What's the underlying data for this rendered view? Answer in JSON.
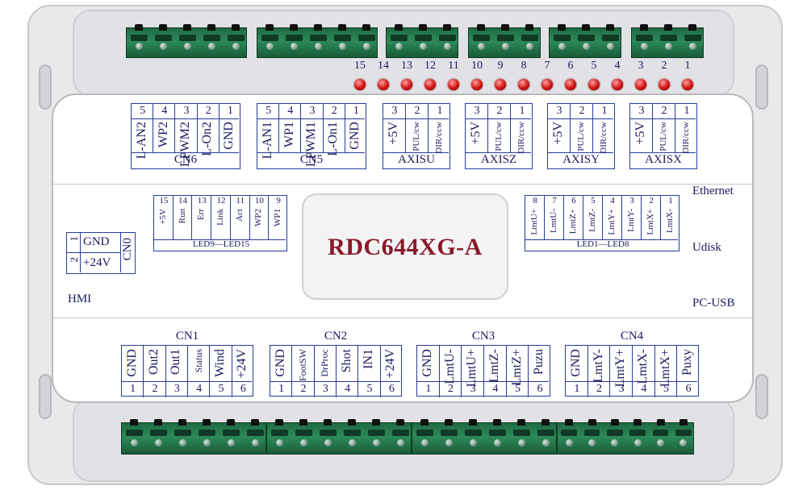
{
  "model": "RDC644XG-A",
  "side_labels": {
    "ethernet": "Ethernet",
    "udisk": "Udisk",
    "hmi": "HMI",
    "pcusb": "PC-USB"
  },
  "led_indicators": [
    "15",
    "14",
    "13",
    "12",
    "11",
    "10",
    "9",
    "8",
    "7",
    "6",
    "5",
    "4",
    "3",
    "2",
    "1"
  ],
  "top_connectors": [
    {
      "name": "CN6",
      "pins": [
        {
          "num": "5",
          "sig": "L-AN2"
        },
        {
          "num": "4",
          "sig": "WP2"
        },
        {
          "num": "3",
          "sig": "LPWM2"
        },
        {
          "num": "2",
          "sig": "L-On2"
        },
        {
          "num": "1",
          "sig": "GND"
        }
      ]
    },
    {
      "name": "CN5",
      "pins": [
        {
          "num": "5",
          "sig": "L-AN1"
        },
        {
          "num": "4",
          "sig": "WP1"
        },
        {
          "num": "3",
          "sig": "LPWM1"
        },
        {
          "num": "2",
          "sig": "L-On1"
        },
        {
          "num": "1",
          "sig": "GND"
        }
      ]
    },
    {
      "name": "AXISU",
      "pins": [
        {
          "num": "3",
          "sig": "+5V"
        },
        {
          "num": "2",
          "sig": "PUL/cw"
        },
        {
          "num": "1",
          "sig": "DIR/ccw"
        }
      ]
    },
    {
      "name": "AXISZ",
      "pins": [
        {
          "num": "3",
          "sig": "+5V"
        },
        {
          "num": "2",
          "sig": "PUL/cw"
        },
        {
          "num": "1",
          "sig": "DIR/ccw"
        }
      ]
    },
    {
      "name": "AXISY",
      "pins": [
        {
          "num": "3",
          "sig": "+5V"
        },
        {
          "num": "2",
          "sig": "PUL/cw"
        },
        {
          "num": "1",
          "sig": "DIR/ccw"
        }
      ]
    },
    {
      "name": "AXISX",
      "pins": [
        {
          "num": "3",
          "sig": "+5V"
        },
        {
          "num": "2",
          "sig": "PUL/cw"
        },
        {
          "num": "1",
          "sig": "DIR/ccw"
        }
      ]
    }
  ],
  "led_group_left": {
    "caption": "LED9—LED15",
    "leds": [
      {
        "num": "15",
        "sig": "+5V"
      },
      {
        "num": "14",
        "sig": "Run"
      },
      {
        "num": "13",
        "sig": "Err"
      },
      {
        "num": "12",
        "sig": "Link"
      },
      {
        "num": "11",
        "sig": "Act"
      },
      {
        "num": "10",
        "sig": "WP2"
      },
      {
        "num": "9",
        "sig": "WP1"
      }
    ]
  },
  "led_group_right": {
    "caption": "LED1—LED8",
    "leds": [
      {
        "num": "8",
        "sig": "LmtU+"
      },
      {
        "num": "7",
        "sig": "LmtU-"
      },
      {
        "num": "6",
        "sig": "LmtZ+"
      },
      {
        "num": "5",
        "sig": "LmtZ-"
      },
      {
        "num": "4",
        "sig": "LmtY+"
      },
      {
        "num": "3",
        "sig": "LmtY-"
      },
      {
        "num": "2",
        "sig": "LmtX+"
      },
      {
        "num": "1",
        "sig": "LmtX-"
      }
    ]
  },
  "cn0": {
    "name": "CN0",
    "pins": [
      {
        "num": "1",
        "sig": "GND"
      },
      {
        "num": "2",
        "sig": "+24V"
      }
    ]
  },
  "bottom_connectors": [
    {
      "name": "CN1",
      "pins": [
        {
          "num": "1",
          "sig": "GND"
        },
        {
          "num": "2",
          "sig": "Out2"
        },
        {
          "num": "3",
          "sig": "Out1"
        },
        {
          "num": "4",
          "sig": "Status"
        },
        {
          "num": "5",
          "sig": "Wind"
        },
        {
          "num": "6",
          "sig": "+24V"
        }
      ]
    },
    {
      "name": "CN2",
      "pins": [
        {
          "num": "1",
          "sig": "GND"
        },
        {
          "num": "2",
          "sig": "FootSW"
        },
        {
          "num": "3",
          "sig": "DrProc"
        },
        {
          "num": "4",
          "sig": "Shot"
        },
        {
          "num": "5",
          "sig": "IN1"
        },
        {
          "num": "6",
          "sig": "+24V"
        }
      ]
    },
    {
      "name": "CN3",
      "pins": [
        {
          "num": "1",
          "sig": "GND"
        },
        {
          "num": "2",
          "sig": "LmtU-"
        },
        {
          "num": "3",
          "sig": "LmtU+"
        },
        {
          "num": "4",
          "sig": "LmtZ-"
        },
        {
          "num": "5",
          "sig": "LmtZ+"
        },
        {
          "num": "6",
          "sig": "Puzu"
        }
      ]
    },
    {
      "name": "CN4",
      "pins": [
        {
          "num": "1",
          "sig": "GND"
        },
        {
          "num": "2",
          "sig": "LmtY-"
        },
        {
          "num": "3",
          "sig": "LmtY+"
        },
        {
          "num": "4",
          "sig": "LmtX-"
        },
        {
          "num": "5",
          "sig": "LmtX+"
        },
        {
          "num": "6",
          "sig": "Puxy"
        }
      ]
    }
  ],
  "colors": {
    "text": "#1a1a5e",
    "model": "#8a1a2a",
    "led": "#d11212",
    "terminal": "#2c8a5a",
    "border": "#2a3a9a"
  }
}
